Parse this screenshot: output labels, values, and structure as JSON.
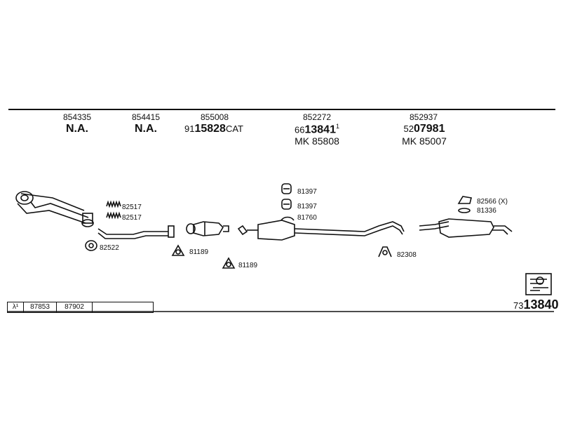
{
  "columns": [
    {
      "code": "854335",
      "main": "N.A.",
      "sub": ""
    },
    {
      "code": "854415",
      "main": "N.A.",
      "sub": ""
    },
    {
      "code": "855008",
      "main_prefix": "91",
      "main": "15828",
      "main_suffix": "CAT",
      "sub": ""
    },
    {
      "code": "852272",
      "main_prefix": "66",
      "main": "13841",
      "main_sup": "1",
      "sub": "MK 85808"
    },
    {
      "code": "852937",
      "main_prefix": "52",
      "main": "07981",
      "sub": "MK 85007"
    }
  ],
  "parts": {
    "spring1": "82517",
    "spring2": "82517",
    "gasket1": "82522",
    "gasket2": "81189",
    "gasket3": "81189",
    "hanger1": "81397",
    "hanger2": "81397",
    "clamp_mid": "81760",
    "clamp_right": "82308",
    "hanger_right1": "82566 (X)",
    "hanger_right2": "81336"
  },
  "table": {
    "lambda": "λ¹",
    "cells": [
      "87853",
      "87902",
      ""
    ]
  },
  "total": {
    "prefix": "73",
    "main": "13840"
  },
  "colors": {
    "line": "#111111",
    "background": "#ffffff"
  }
}
